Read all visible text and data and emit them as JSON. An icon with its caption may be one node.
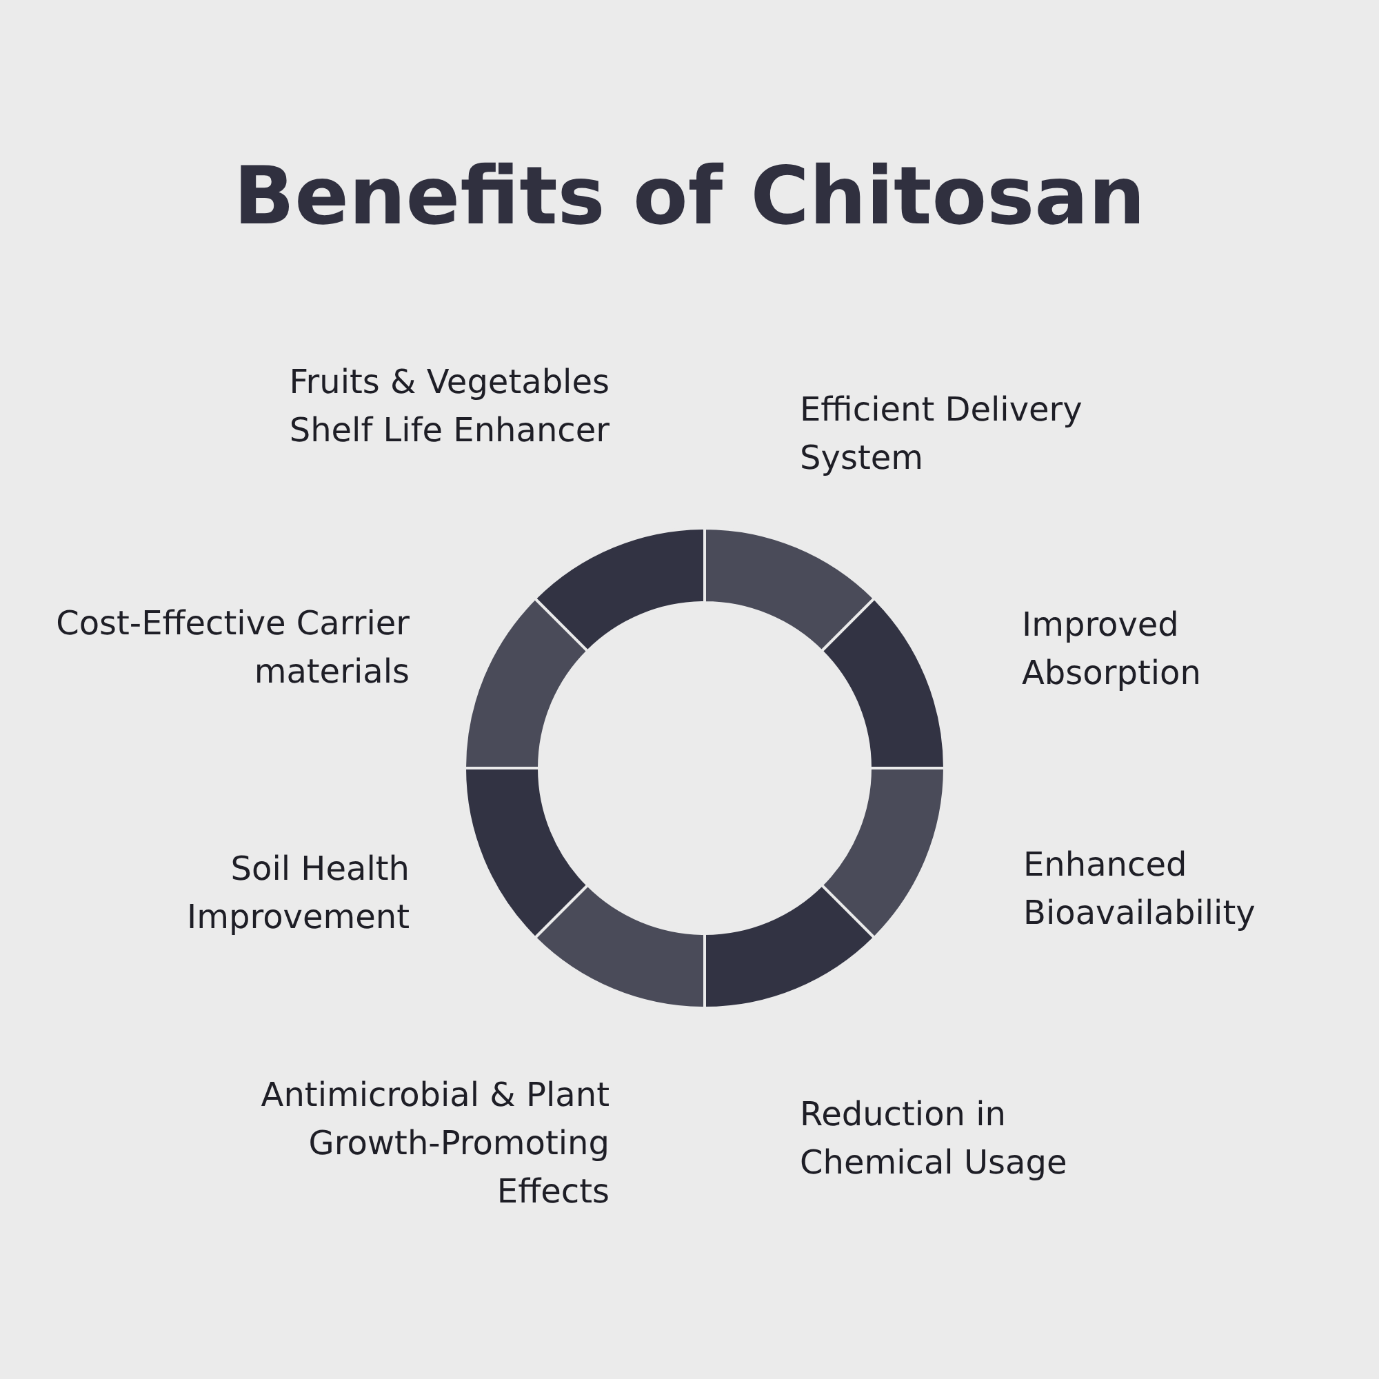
{
  "diagram": {
    "title": "Benefits of Chitosan",
    "labels": [
      "Fruits & Vegetables Shelf Life Enhancer",
      "Efficient Delivery System",
      "Cost-Effective Carrier materials",
      "Improved Absorption",
      "Soil Health Improvement",
      "Enhanced Bioavailability",
      "Antimicrobial & Plant Growth-Promoting Effects",
      "Reduction in Chemical Usage"
    ]
  }
}
